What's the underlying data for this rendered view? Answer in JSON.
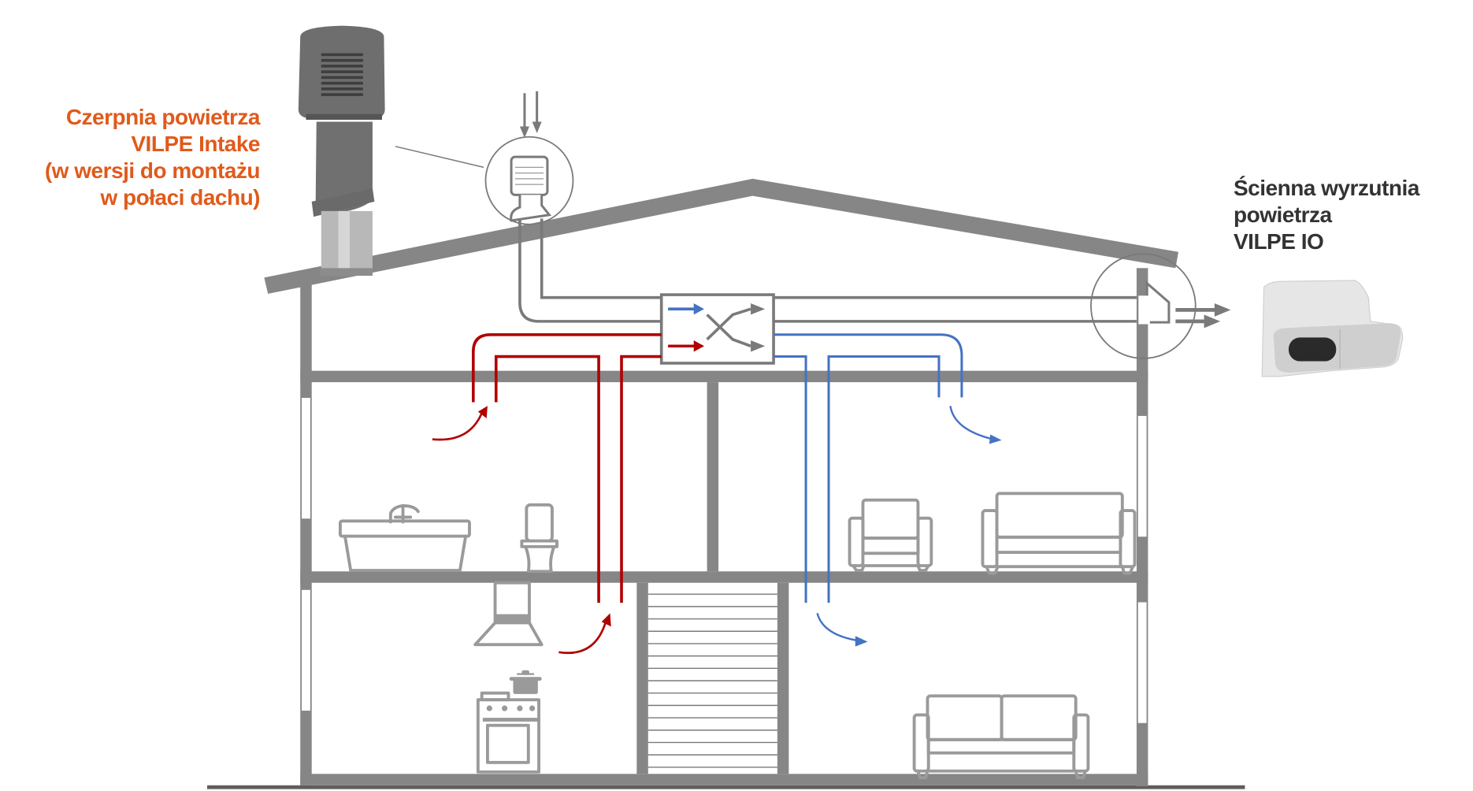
{
  "labels": {
    "intake": {
      "lines": [
        "Czerpnia powietrza",
        "VILPE Intake",
        "(w wersji do montażu",
        "w połaci dachu)"
      ],
      "color": "#e05a1b"
    },
    "outlet": {
      "lines": [
        "Ścienna wyrzutnia",
        "powietrza",
        "VILPE IO"
      ],
      "color": "#333333"
    }
  },
  "colors": {
    "wall": "#868686",
    "supply_air": "#4472c4",
    "extract_air": "#b00000",
    "neutral_duct": "#7a7a7a"
  },
  "rooms": {
    "upper_left": [
      "bathtub",
      "toilet"
    ],
    "upper_right": [
      "armchair",
      "sofa"
    ],
    "lower_left": [
      "cooker-hood",
      "stove",
      "pot"
    ],
    "lower_middle": [
      "staircase"
    ],
    "lower_right": [
      "sofa"
    ]
  },
  "devices": {
    "heat_exchanger": "heat-recovery-unit",
    "roof_intake": "roof-intake-vent",
    "wall_outlet": "wall-exhaust-vent"
  }
}
